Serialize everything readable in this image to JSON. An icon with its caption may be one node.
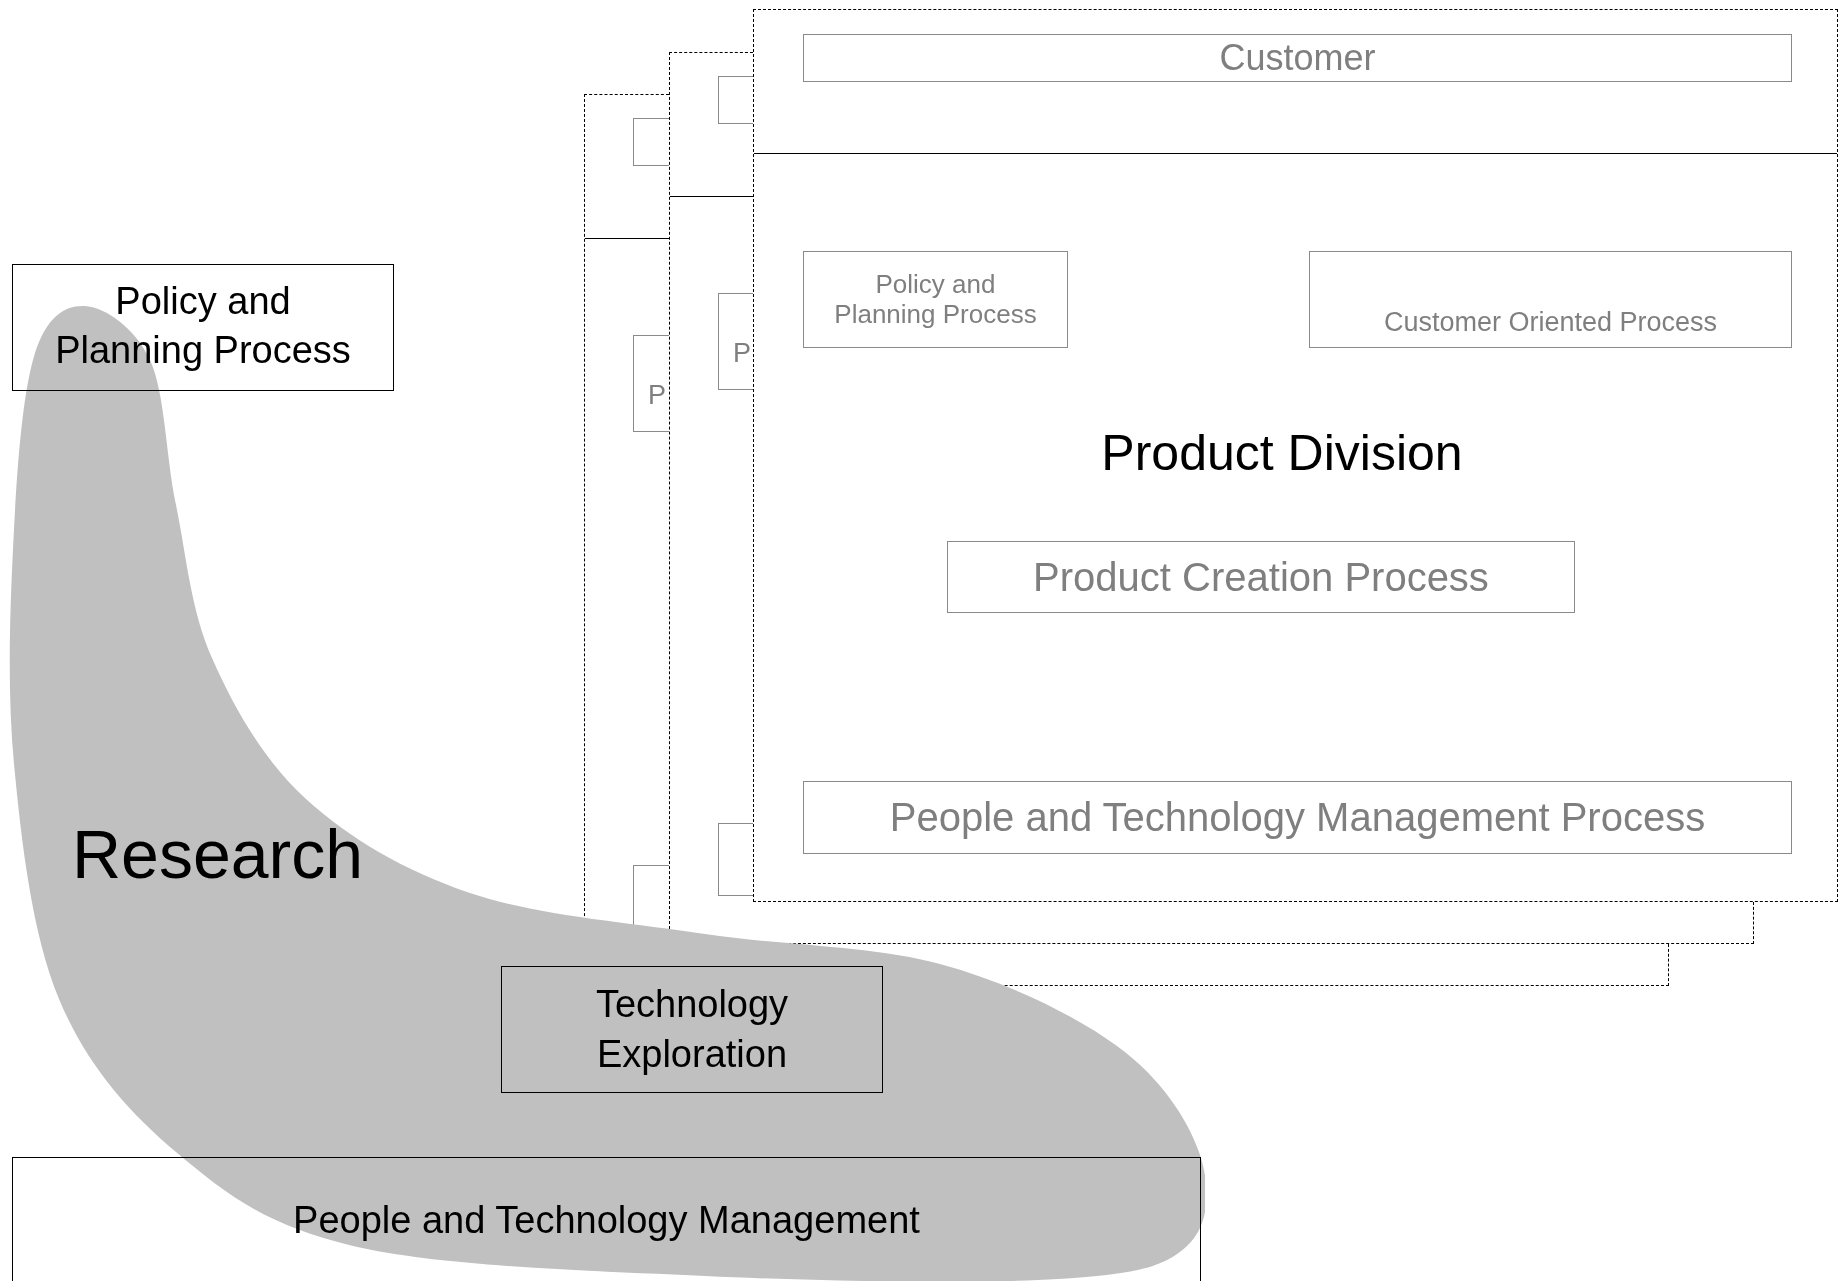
{
  "diagram": {
    "nodes": [
      {
        "text": [
          "Policy and Planning Process"
        ]
      },
      {
        "text": [
          "Research"
        ]
      },
      {
        "text": [
          "Technology Exploration"
        ],
        "in": 1
      },
      {
        "text": [
          "People and Technology Management"
        ]
      },
      {
        "text": [
          "Product Division"
        ]
      },
      {
        "text": [
          "Customer"
        ],
        "in": 4
      },
      {
        "text": [
          "Policy and Planning Process"
        ],
        "in": 4
      },
      {
        "text": [
          "Customer Oriented Process"
        ],
        "in": 4
      },
      {
        "text": [
          "Product Creation Process"
        ],
        "in": 4
      },
      {
        "text": [
          "People and Technology Management Process"
        ],
        "in": 4
      }
    ],
    "labels": [
      "P",
      "P"
    ]
  }
}
